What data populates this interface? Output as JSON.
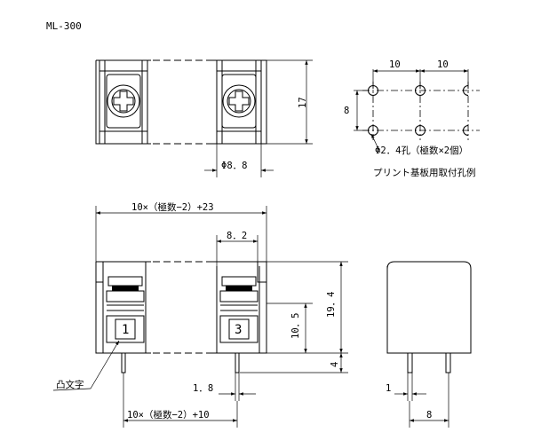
{
  "title": "ML-300",
  "top_view": {
    "dim_pitch_right": "17",
    "dim_hole": "Φ8．8"
  },
  "pcb_layout": {
    "dim_pitch_1": "10",
    "dim_pitch_2": "10",
    "dim_row": "8",
    "hole_note": "Φ2．4孔（極数×2個）",
    "caption": "プリント基板用取付孔例"
  },
  "front_view": {
    "dim_total": "10×（極数−2）+23",
    "dim_width": "8．2",
    "dim_height": "19．4",
    "dim_screw_height": "10．5",
    "dim_pin_length": "4",
    "dim_pin_width": "1．8",
    "dim_pin_span": "10×（極数−2）+10",
    "label_embossed": "凸文字",
    "terminal_1": "1",
    "terminal_3": "3"
  },
  "side_view": {
    "dim_pin": "1",
    "dim_pitch": "8"
  }
}
